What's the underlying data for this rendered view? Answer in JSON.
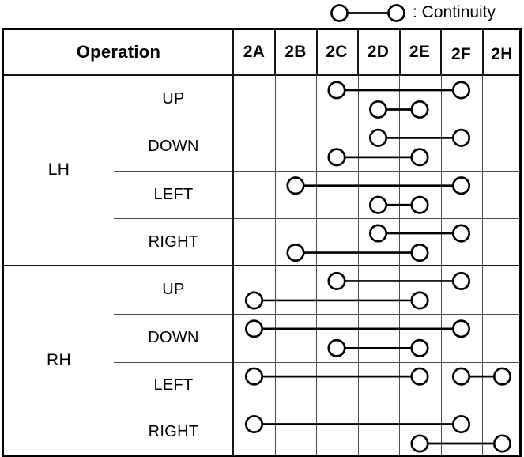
{
  "legend": {
    "label": ": Continuity",
    "symbol": "circle-line-circle-icon"
  },
  "colors": {
    "line": "#000000",
    "grid": "#4a4a4a",
    "border": "#000000",
    "background": "#ffffff",
    "text": "#000000"
  },
  "table": {
    "header": {
      "operation_label": "Operation",
      "columns": [
        "2A",
        "2B",
        "2C",
        "2D",
        "2E",
        "2F",
        "2H"
      ]
    },
    "groups": [
      {
        "label": "LH",
        "rows": [
          {
            "operation": "UP",
            "segments": [
              {
                "from": "2C",
                "to": "2F",
                "level": "upper"
              },
              {
                "from": "2D",
                "to": "2E",
                "level": "lower"
              }
            ]
          },
          {
            "operation": "DOWN",
            "segments": [
              {
                "from": "2D",
                "to": "2F",
                "level": "upper"
              },
              {
                "from": "2C",
                "to": "2E",
                "level": "lower"
              }
            ]
          },
          {
            "operation": "LEFT",
            "segments": [
              {
                "from": "2B",
                "to": "2F",
                "level": "upper"
              },
              {
                "from": "2D",
                "to": "2E",
                "level": "lower"
              }
            ]
          },
          {
            "operation": "RIGHT",
            "segments": [
              {
                "from": "2D",
                "to": "2F",
                "level": "upper"
              },
              {
                "from": "2B",
                "to": "2E",
                "level": "lower"
              }
            ]
          }
        ]
      },
      {
        "label": "RH",
        "rows": [
          {
            "operation": "UP",
            "segments": [
              {
                "from": "2C",
                "to": "2F",
                "level": "upper"
              },
              {
                "from": "2A",
                "to": "2E",
                "level": "lower"
              }
            ]
          },
          {
            "operation": "DOWN",
            "segments": [
              {
                "from": "2A",
                "to": "2F",
                "level": "upper"
              },
              {
                "from": "2C",
                "to": "2E",
                "level": "lower"
              }
            ]
          },
          {
            "operation": "LEFT",
            "segments": [
              {
                "from": "2A",
                "to": "2E",
                "level": "upper"
              },
              {
                "from": "2F",
                "to": "2H",
                "level": "upper"
              }
            ]
          },
          {
            "operation": "RIGHT",
            "segments": [
              {
                "from": "2A",
                "to": "2F",
                "level": "upper"
              },
              {
                "from": "2E",
                "to": "2H",
                "level": "lower"
              }
            ]
          }
        ]
      }
    ]
  }
}
